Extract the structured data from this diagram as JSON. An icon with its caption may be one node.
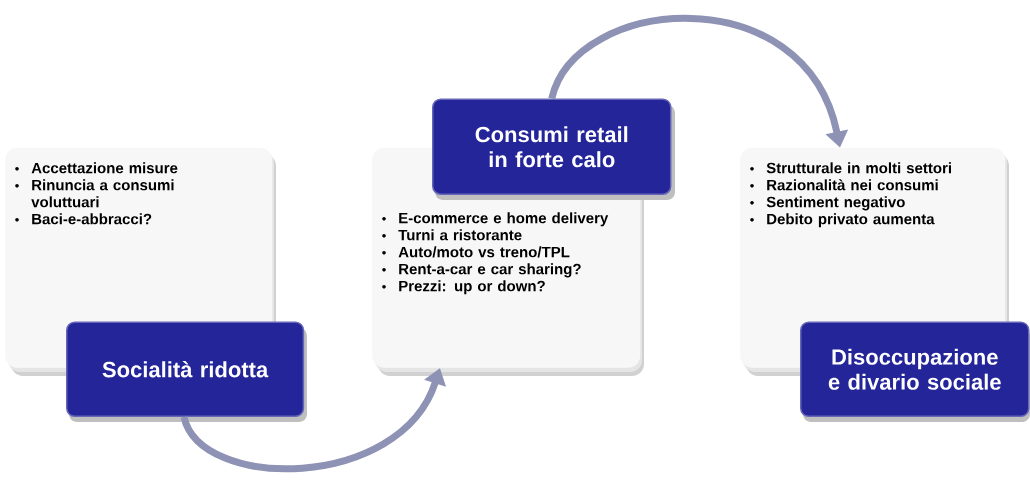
{
  "diagram": {
    "nodes": [
      {
        "text": [
          "Accettazione misure",
          "Rinuncia a consumi voluttuari",
          "Baci-e-abbracci?"
        ]
      },
      {
        "text": [
          "Socialità ridotta"
        ]
      },
      {
        "text": [
          "Consumi retail in forte calo"
        ]
      },
      {
        "text": [
          "E-commerce e home delivery",
          "Turni a ristorante",
          "Auto/moto vs treno/TPL",
          "Rent-a-car e car sharing?",
          "Prezzi: up or down?"
        ]
      },
      {
        "text": [
          "Strutturale in molti settori",
          "Razionalità nei consumi",
          "Sentiment negativo",
          "Debito privato aumenta"
        ]
      },
      {
        "text": [
          "Disoccupazione e divario sociale"
        ]
      }
    ],
    "edges": [
      {
        "from": 1,
        "to": 3,
        "arrow": "to"
      },
      {
        "from": 2,
        "to": 4,
        "arrow": "to"
      }
    ]
  }
}
